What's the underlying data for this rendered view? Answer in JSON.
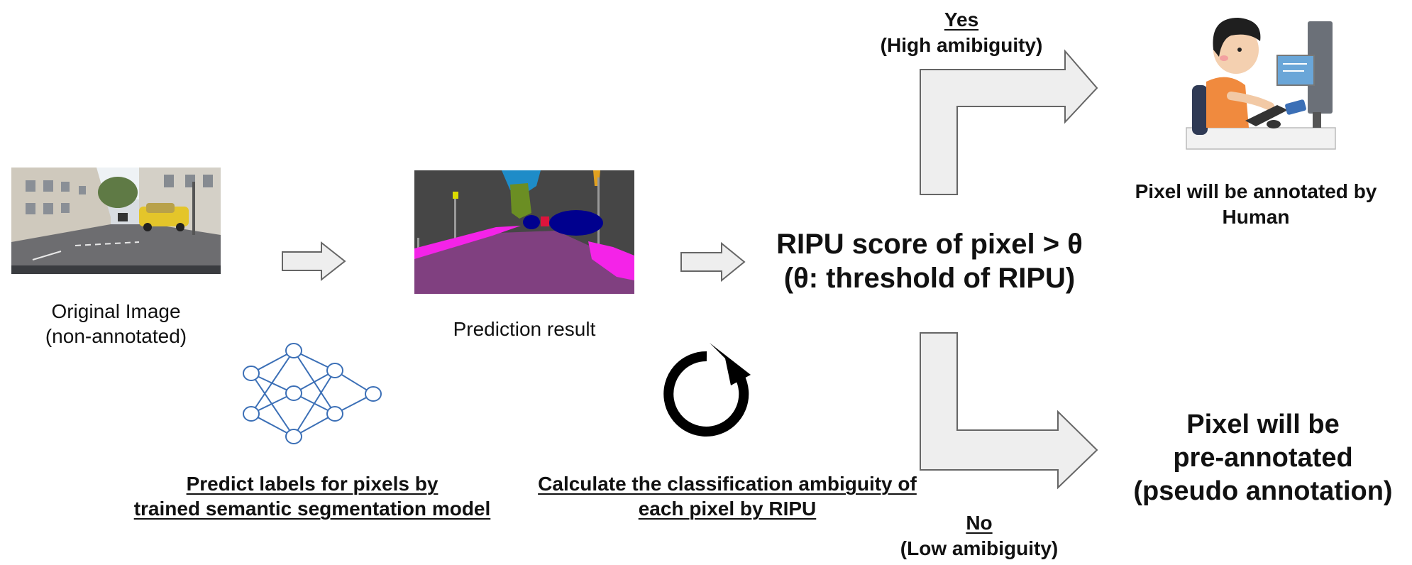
{
  "steps": {
    "original": {
      "caption_line1": "Original Image",
      "caption_line2": "(non-annotated)"
    },
    "prediction": {
      "caption": "Prediction result"
    },
    "model": {
      "label_line1": "Predict labels for pixels by",
      "label_line2": "trained semantic segmentation model"
    },
    "ripu": {
      "label_line1": "Calculate the classification ambiguity of",
      "label_line2": "each pixel by RIPU"
    },
    "decision": {
      "line1": "RIPU score of pixel > θ",
      "line2": "(θ: threshold of RIPU)"
    }
  },
  "branches": {
    "yes": {
      "label": "Yes",
      "detail": "(High amibiguity)"
    },
    "no": {
      "label": "No",
      "detail": "(Low amibiguity)"
    }
  },
  "outcomes": {
    "human": {
      "line1": "Pixel will be annotated by",
      "line2": "Human"
    },
    "pseudo": {
      "line1": "Pixel will be",
      "line2": "pre-annotated",
      "line3": "(pseudo annotation)"
    }
  },
  "colors": {
    "arrow_fill": "#eeeeee",
    "arrow_stroke": "#666666",
    "network": "#3b6fb6",
    "segmentation": {
      "road": "#804080",
      "sidewalk": "#f423e8",
      "building": "#464646",
      "vegetation": "#6b8e23",
      "sky": "#1e8cc8",
      "car": "#00008e",
      "person": "#dc143c",
      "traffic_sign": "#dcdc00",
      "pole": "#999999"
    }
  },
  "icons": [
    "street-photo",
    "segmentation-map",
    "neural-network-icon",
    "refresh-cycle-icon",
    "person-at-computer-icon"
  ]
}
